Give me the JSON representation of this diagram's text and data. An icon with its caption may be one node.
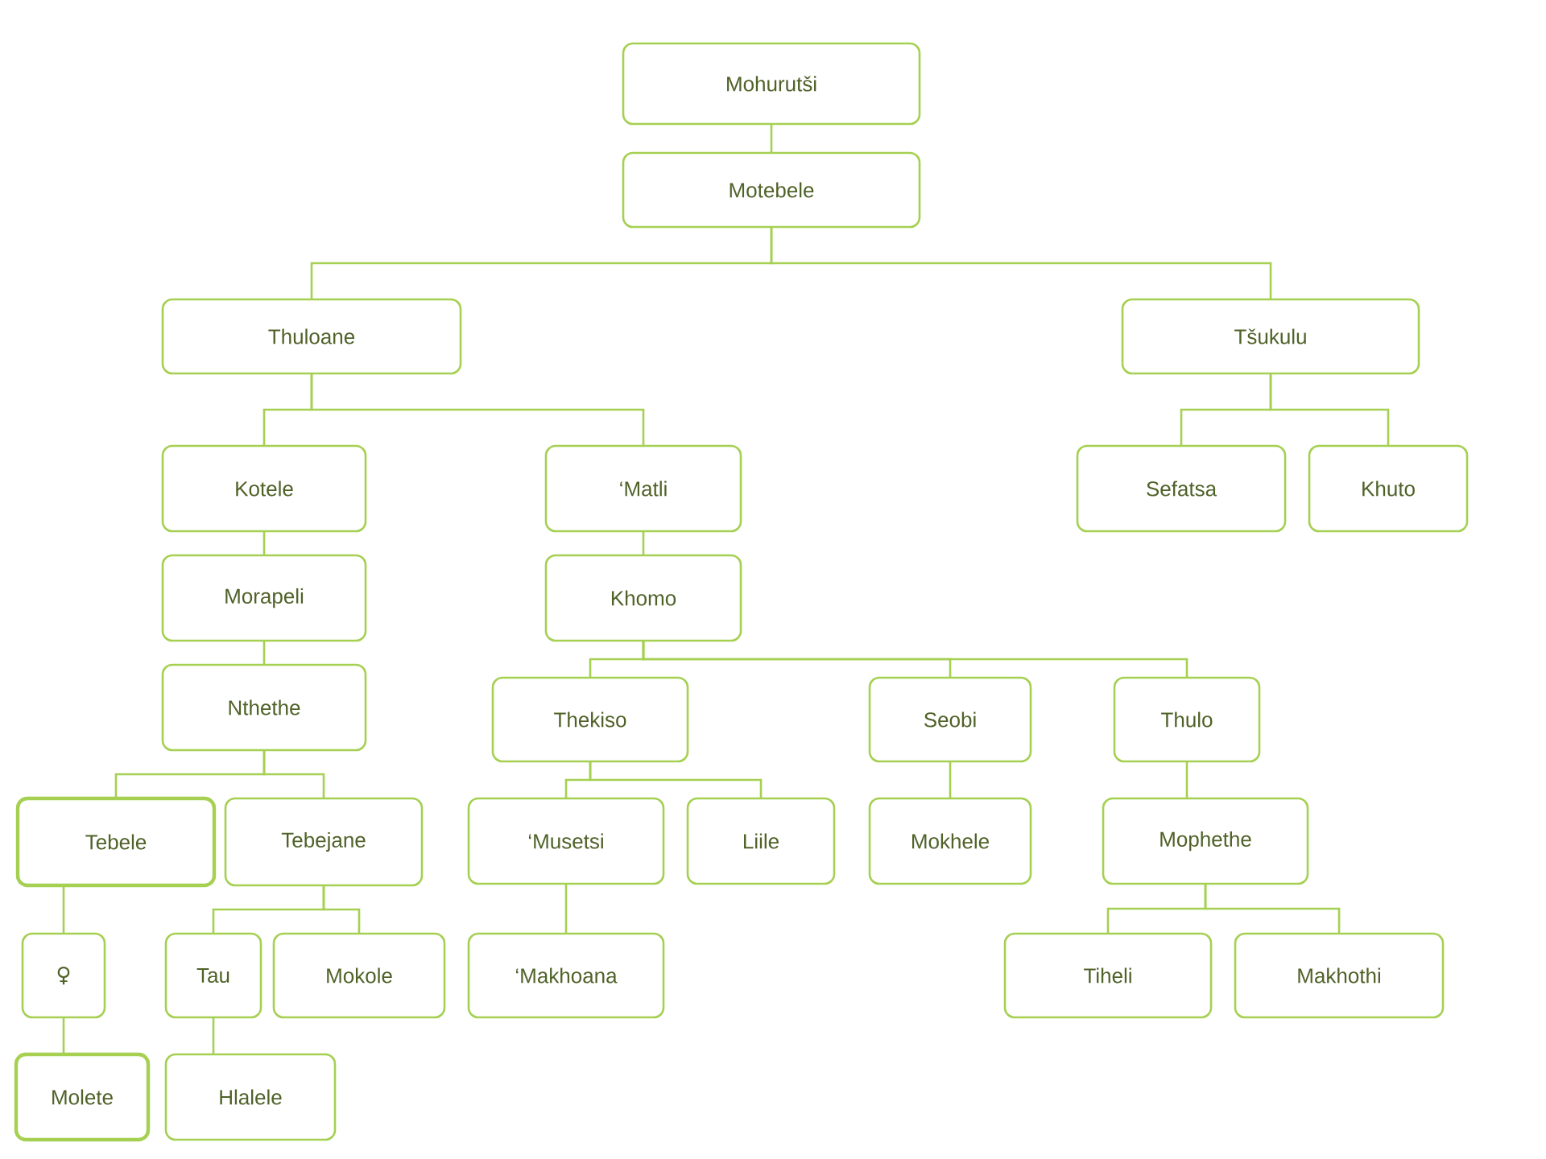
{
  "diagram": {
    "nodes": [
      {
        "text": [
          "Mohurutši"
        ]
      },
      {
        "text": [
          "Motebele"
        ]
      },
      {
        "text": [
          "Thuloane"
        ]
      },
      {
        "text": [
          "Tšukulu"
        ]
      },
      {
        "text": [
          "Kotele"
        ]
      },
      {
        "text": [
          "‘Matli"
        ]
      },
      {
        "text": [
          "Sefatsa"
        ]
      },
      {
        "text": [
          "Khuto"
        ]
      },
      {
        "text": [
          "Morapeli"
        ]
      },
      {
        "text": [
          "Khomo"
        ]
      },
      {
        "text": [
          "Nthethe"
        ]
      },
      {
        "text": [
          "Thekiso"
        ]
      },
      {
        "text": [
          "Seobi"
        ]
      },
      {
        "text": [
          "Thulo"
        ]
      },
      {
        "text": [
          "Tebele"
        ]
      },
      {
        "text": [
          "Tebejane"
        ]
      },
      {
        "text": [
          "‘Musetsi"
        ]
      },
      {
        "text": [
          "Liile"
        ]
      },
      {
        "text": [
          "Mokhele"
        ]
      },
      {
        "text": [
          "Mophethe"
        ]
      },
      {
        "text": [
          "♀"
        ]
      },
      {
        "text": [
          "Tau"
        ]
      },
      {
        "text": [
          "Mokole"
        ]
      },
      {
        "text": [
          "‘Makhoana"
        ]
      },
      {
        "text": [
          "Tiheli"
        ]
      },
      {
        "text": [
          "Makhothi"
        ]
      },
      {
        "text": [
          "Hlalele"
        ]
      },
      {
        "text": [
          "Molete"
        ]
      }
    ],
    "edges": [
      {
        "from": 0,
        "to": 1,
        "arrow": "none"
      },
      {
        "from": 1,
        "to": 2,
        "arrow": "none"
      },
      {
        "from": 1,
        "to": 3,
        "arrow": "none"
      },
      {
        "from": 2,
        "to": 4,
        "arrow": "none"
      },
      {
        "from": 2,
        "to": 5,
        "arrow": "none"
      },
      {
        "from": 3,
        "to": 6,
        "arrow": "none"
      },
      {
        "from": 3,
        "to": 7,
        "arrow": "none"
      },
      {
        "from": 4,
        "to": 8,
        "arrow": "none"
      },
      {
        "from": 5,
        "to": 9,
        "arrow": "none"
      },
      {
        "from": 8,
        "to": 10,
        "arrow": "none"
      },
      {
        "from": 9,
        "to": 11,
        "arrow": "none"
      },
      {
        "from": 9,
        "to": 12,
        "arrow": "none"
      },
      {
        "from": 9,
        "to": 13,
        "arrow": "none"
      },
      {
        "from": 10,
        "to": 14,
        "arrow": "none"
      },
      {
        "from": 10,
        "to": 15,
        "arrow": "none"
      },
      {
        "from": 11,
        "to": 16,
        "arrow": "none"
      },
      {
        "from": 11,
        "to": 17,
        "arrow": "none"
      },
      {
        "from": 12,
        "to": 18,
        "arrow": "none"
      },
      {
        "from": 13,
        "to": 19,
        "arrow": "none"
      },
      {
        "from": 14,
        "to": 20,
        "arrow": "none"
      },
      {
        "from": 15,
        "to": 21,
        "arrow": "none"
      },
      {
        "from": 15,
        "to": 22,
        "arrow": "none"
      },
      {
        "from": 16,
        "to": 23,
        "arrow": "none"
      },
      {
        "from": 19,
        "to": 24,
        "arrow": "none"
      },
      {
        "from": 19,
        "to": 25,
        "arrow": "none"
      },
      {
        "from": 21,
        "to": 26,
        "arrow": "none"
      },
      {
        "from": 20,
        "to": 27,
        "arrow": "none"
      }
    ]
  }
}
